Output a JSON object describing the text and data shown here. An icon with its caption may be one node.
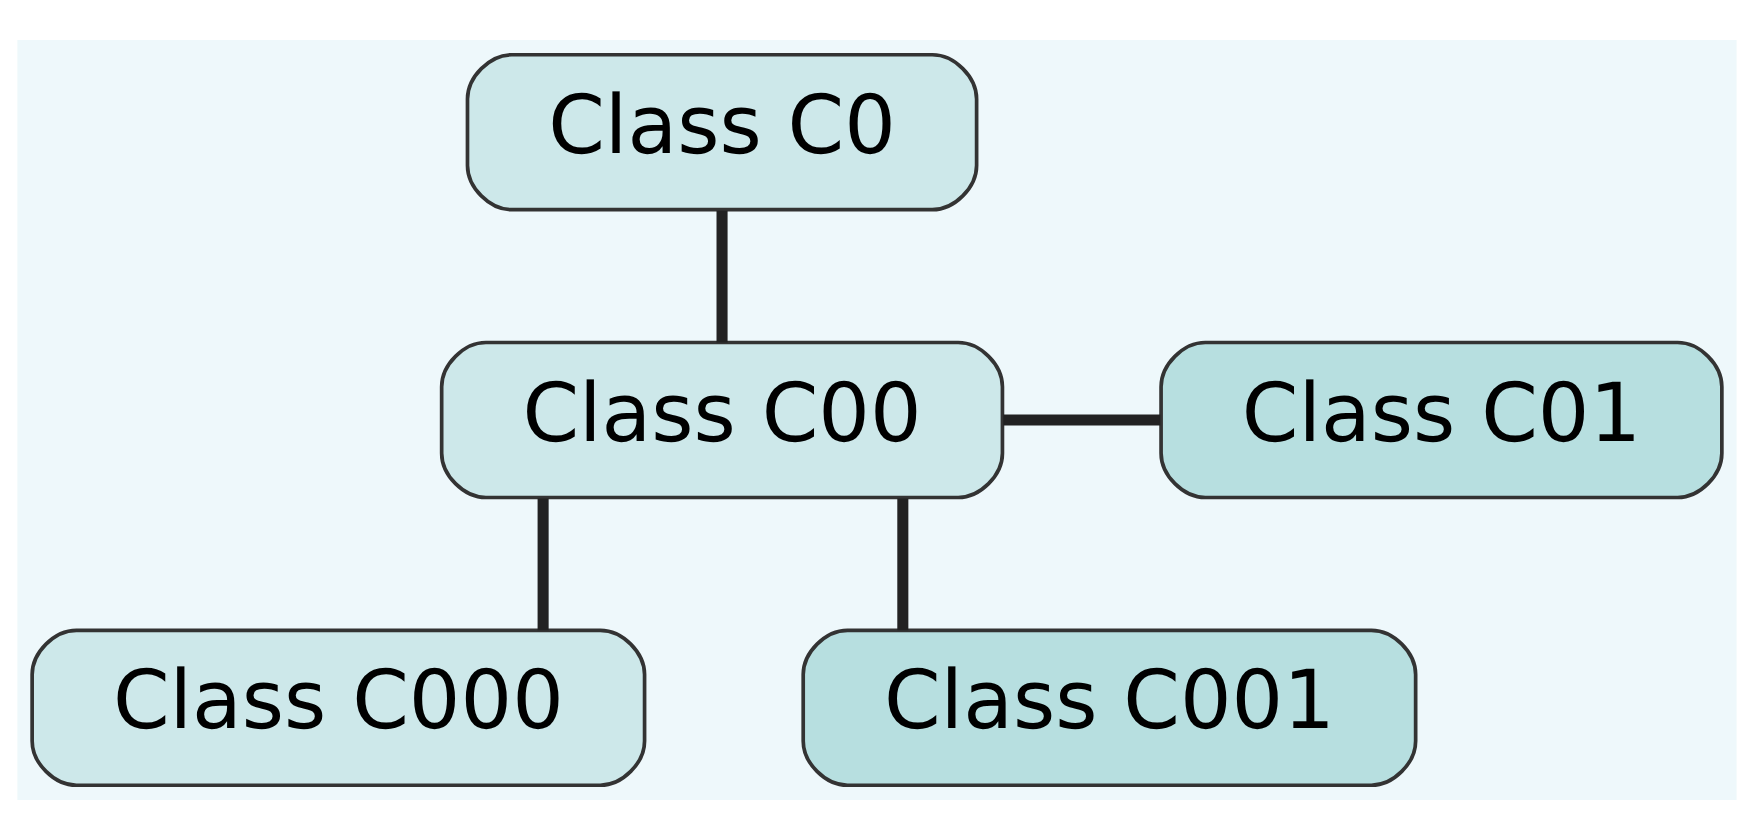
{
  "diagram": {
    "nodes": [
      {
        "text": [
          "Class C0"
        ]
      },
      {
        "text": [
          "Class C00"
        ]
      },
      {
        "text": [
          "Class C01"
        ]
      },
      {
        "text": [
          "Class C000"
        ]
      },
      {
        "text": [
          "Class C001"
        ]
      }
    ],
    "edges": [
      {
        "from": 0,
        "to": 1,
        "arrow": "none"
      },
      {
        "from": 1,
        "to": 2,
        "arrow": "none"
      },
      {
        "from": 1,
        "to": 3,
        "arrow": "none"
      },
      {
        "from": 1,
        "to": 4,
        "arrow": "none"
      }
    ]
  }
}
